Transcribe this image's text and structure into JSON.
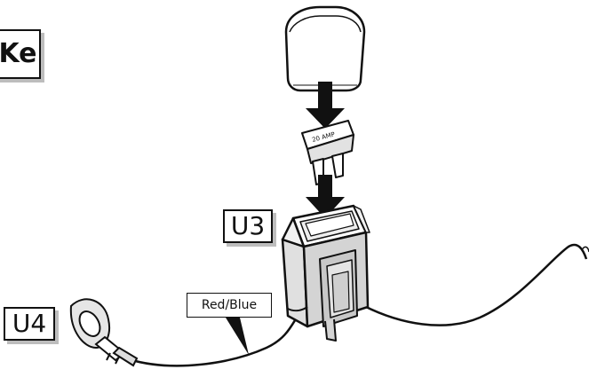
{
  "labels": {
    "ke": "Ke",
    "u3": "U3",
    "u4": "U4",
    "wire_color": "Red/Blue",
    "fuse_rating": "20 AMP"
  },
  "colors": {
    "line": "#111111",
    "shadow": "#bdbdbd",
    "shade": "#d8d8d8",
    "background": "#ffffff"
  }
}
